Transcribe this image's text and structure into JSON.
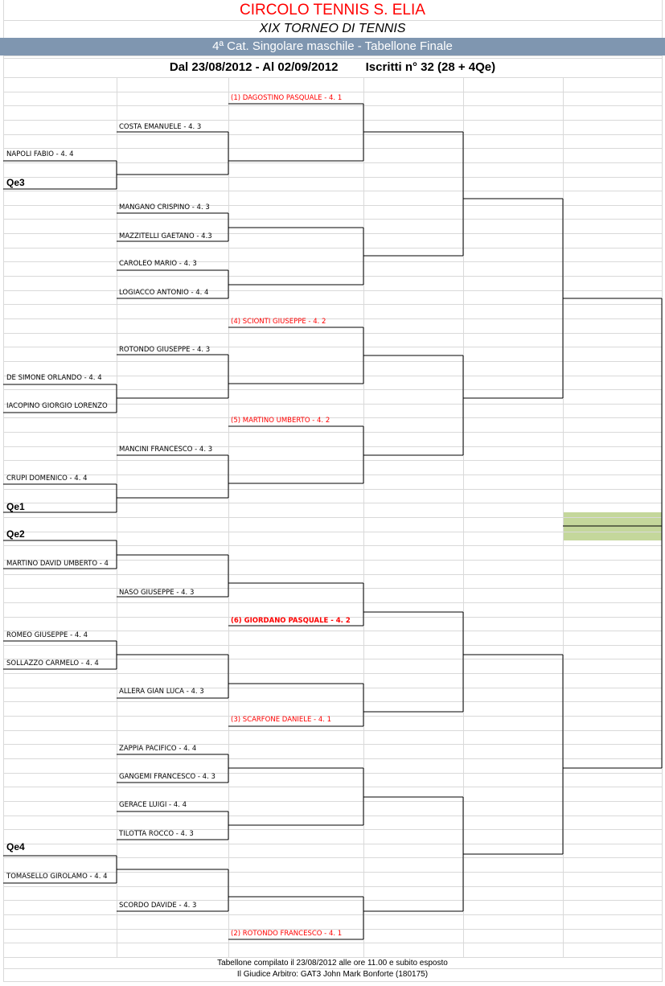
{
  "header": {
    "club": "CIRCOLO TENNIS S. ELIA",
    "tournament": "XIX TORNEO DI TENNIS",
    "category": "4ª Cat. Singolare maschile - Tabellone Finale",
    "dates": "Dal 23/08/2012 - Al 02/09/2012",
    "entries": "Iscritti n° 32 (28 + 4Qe)"
  },
  "footer": {
    "line1": "Tabellone compilato il 23/08/2012 alle ore 11.00 e subito esposto",
    "line2": "Il Giudice Arbitro: GAT3 John Mark Bonforte (180175)"
  },
  "qualifiers": [
    "Qe3",
    "Qe1",
    "Qe2",
    "Qe4"
  ],
  "col1": [
    "NAPOLI FABIO - 4. 4",
    "DE SIMONE ORLANDO - 4. 4",
    "IACOPINO GIORGIO LORENZO",
    "CRUPI DOMENICO - 4. 4",
    "MARTINO DAVID UMBERTO - 4",
    "ROMEO GIUSEPPE - 4. 4",
    "SOLLAZZO CARMELO - 4. 4",
    "TOMASELLO GIROLAMO - 4. 4"
  ],
  "col2": [
    "COSTA EMANUELE - 4. 3",
    "MANGANO CRISPINO - 4. 3",
    "MAZZITELLI GAETANO - 4.3",
    "CAROLEO MARIO - 4. 3",
    "LOGIACCO ANTONIO - 4. 4",
    "ROTONDO GIUSEPPE - 4. 3",
    "MANCINI FRANCESCO - 4. 3",
    "NASO GIUSEPPE - 4. 3",
    "ALLERA GIAN LUCA - 4. 3",
    "ZAPPIA PACIFICO - 4. 4",
    "GANGEMI FRANCESCO - 4. 3",
    "GERACE LUIGI - 4. 4",
    "TILOTTA ROCCO - 4. 3",
    "SCORDO DAVIDE - 4. 3"
  ],
  "seeds": [
    "(1) DAGOSTINO PASQUALE - 4. 1",
    "(4) SCIONTI GIUSEPPE - 4. 2",
    "(5) MARTINO UMBERTO - 4. 2",
    "(6) GIORDANO PASQUALE - 4. 2",
    "(3) SCARFONE DANIELE - 4. 1",
    "(2) ROTONDO FRANCESCO - 4. 1"
  ],
  "colors": {
    "title_red": "#ff0000",
    "banner_blue": "#7f96b0",
    "highlight_green": "#c4d79b",
    "grid": "#d9d9d9"
  }
}
